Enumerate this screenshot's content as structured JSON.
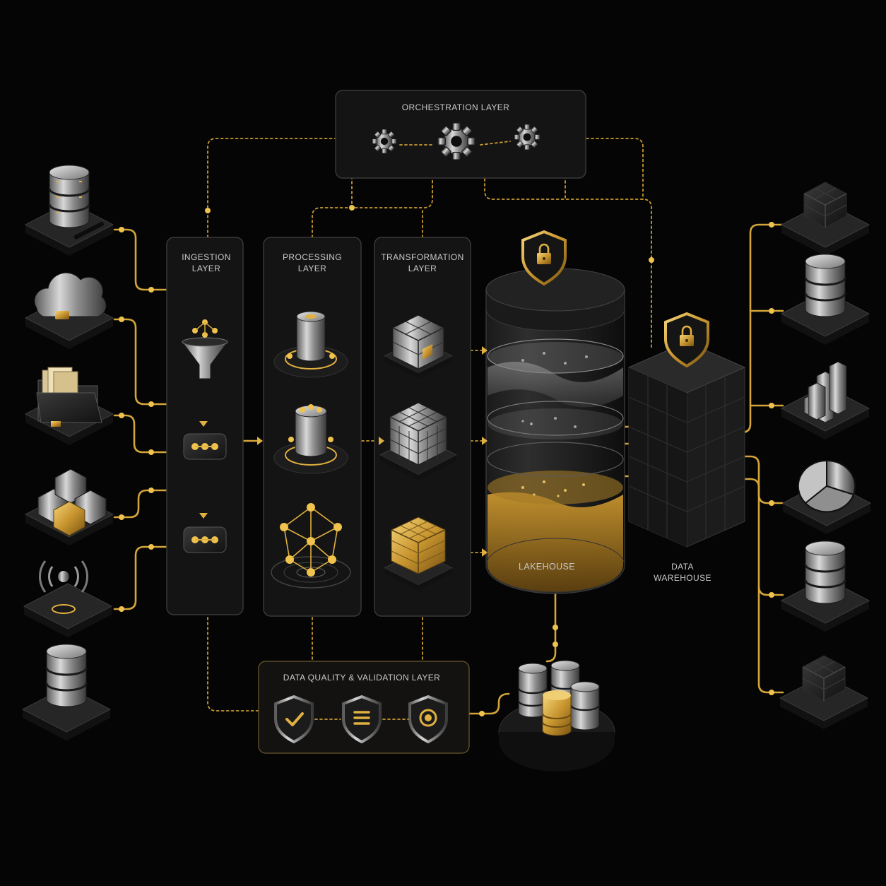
{
  "layers": {
    "orchestration": "ORCHESTRATION LAYER",
    "ingestion_line1": "INGESTION",
    "ingestion_line2": "LAYER",
    "processing_line1": "PROCESSING",
    "processing_line2": "LAYER",
    "transformation_line1": "TRANSFORMATION",
    "transformation_line2": "LAYER",
    "quality": "DATA QUALITY & VALIDATION LAYER"
  },
  "stores": {
    "lakehouse": "LAKEHOUSE",
    "warehouse_line1": "DATA",
    "warehouse_line2": "WAREHOUSE"
  },
  "colors": {
    "background": "#050505",
    "accent_gold": "#d4a53a",
    "panel": "#141414",
    "label": "#c9c9c9"
  },
  "icons": {
    "sources": [
      "database-server-icon",
      "cloud-icon",
      "folder-icon",
      "blocks-icon",
      "antenna-icon",
      "database-icon"
    ],
    "outputs": [
      "cube-cluster-icon",
      "database-icon",
      "bar-chart-icon",
      "pie-chart-icon",
      "database-icon",
      "cube-cluster-icon"
    ],
    "orchestration": [
      "gear-icon",
      "gear-icon",
      "gear-icon"
    ],
    "quality": [
      "shield-check-icon",
      "shield-list-icon",
      "shield-target-icon"
    ],
    "security": [
      "shield-lock-icon",
      "shield-lock-icon"
    ]
  }
}
